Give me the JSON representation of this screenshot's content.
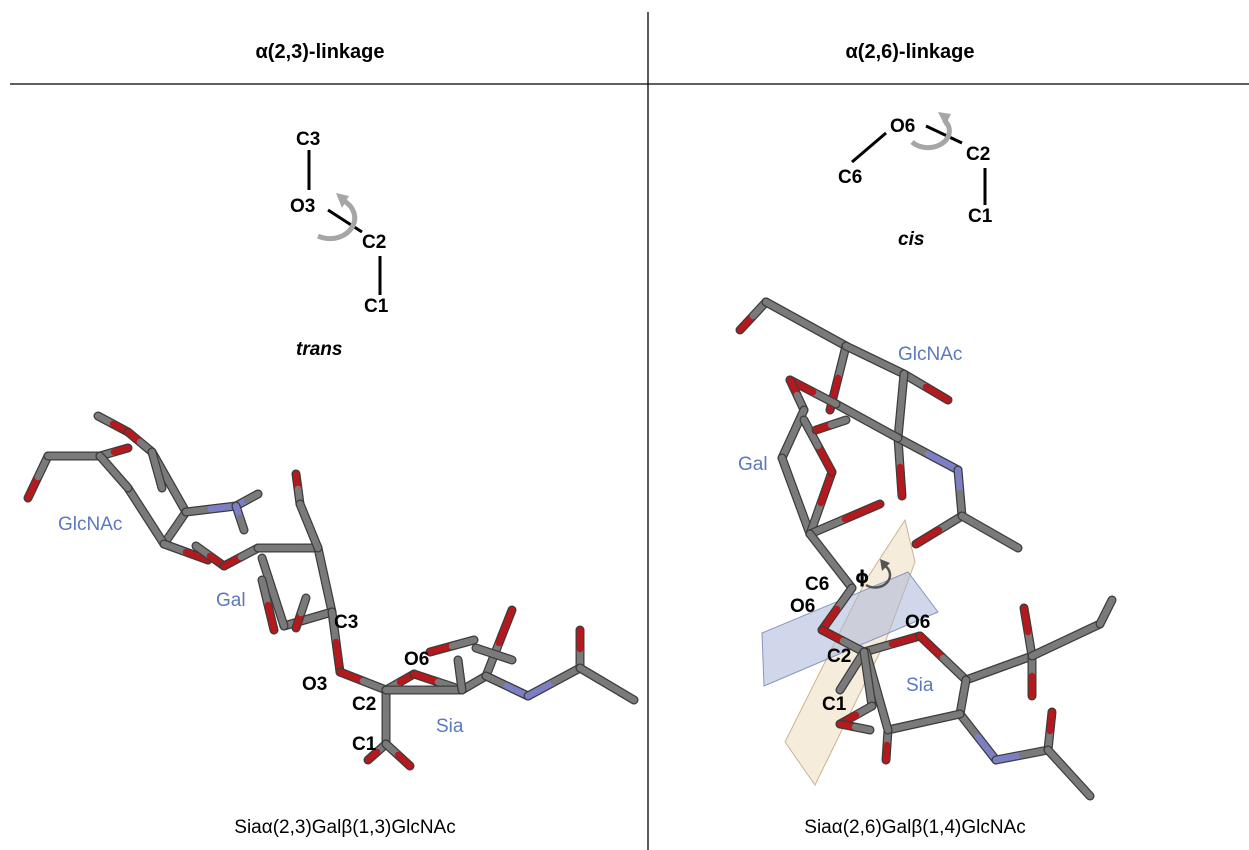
{
  "columns": [
    {
      "header": "α(2,3)-linkage",
      "newman": {
        "atoms": [
          "C3",
          "O3",
          "C2",
          "C1"
        ],
        "conformation": "trans"
      },
      "model": {
        "residues": [
          "GlcNAc",
          "Gal",
          "Sia"
        ],
        "atoms": [
          "C3",
          "O3",
          "O6",
          "C2",
          "C1"
        ]
      },
      "caption": "Siaα(2,3)Galβ(1,3)GlcNAc"
    },
    {
      "header": "α(2,6)-linkage",
      "newman": {
        "atoms": [
          "O6",
          "C6",
          "C2",
          "C1"
        ],
        "conformation": "cis"
      },
      "model": {
        "residues": [
          "GlcNAc",
          "Gal",
          "Sia"
        ],
        "atoms": [
          "C6",
          "O6",
          "O6",
          "C2",
          "C1"
        ],
        "angle": "ϕ"
      },
      "caption": "Siaα(2,6)Galβ(1,4)GlcNAc"
    }
  ],
  "colors": {
    "carbon": "#7a7a7a",
    "oxygen": "#b3191d",
    "nitrogen": "#7d7fc4",
    "residue_label": "#5b78bf",
    "rotation_arrow": "#a6a6a6"
  }
}
